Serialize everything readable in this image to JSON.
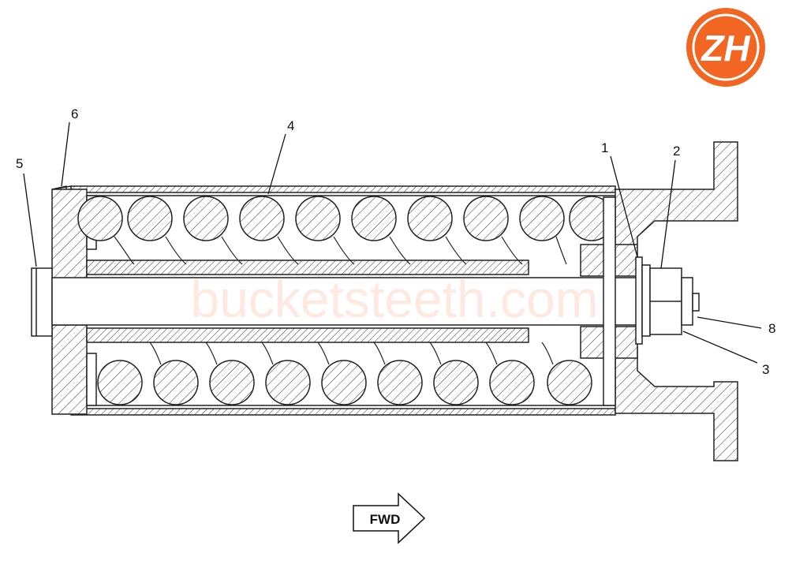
{
  "callouts": {
    "c1": "1",
    "c2": "2",
    "c3": "3",
    "c4": "4",
    "c5": "5",
    "c6": "6",
    "c8": "8"
  },
  "direction_label": "FWD",
  "watermark": "bucketsteeth.com",
  "logo": {
    "text": "ZH",
    "color": "#f26522"
  },
  "colors": {
    "line": "#222222",
    "hatch": "#333333",
    "background": "#ffffff"
  }
}
